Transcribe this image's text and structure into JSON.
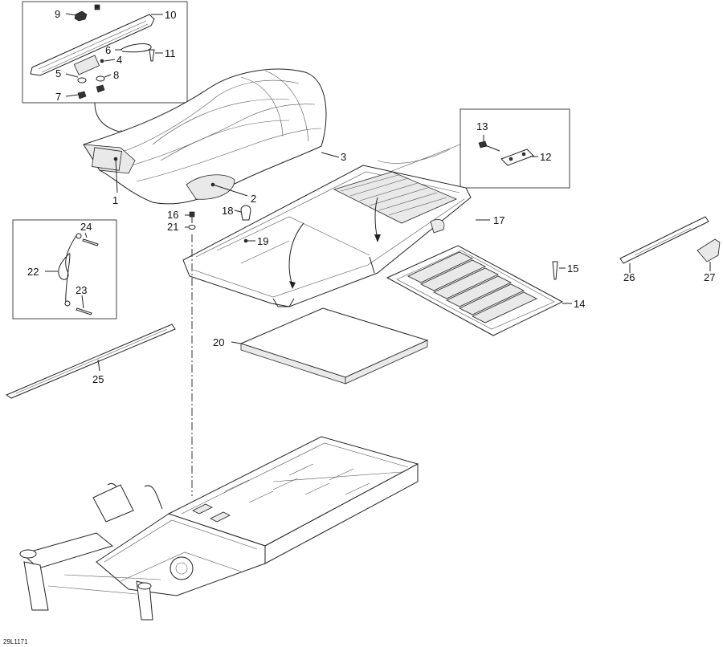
{
  "diagram": {
    "reference_code": "29L1171",
    "callouts": {
      "c1": "1",
      "c2": "2",
      "c3": "3",
      "c4": "4",
      "c5": "5",
      "c6": "6",
      "c7": "7",
      "c8": "8",
      "c9": "9",
      "c10": "10",
      "c11": "11",
      "c12": "12",
      "c13": "13",
      "c14": "14",
      "c15": "15",
      "c16": "16",
      "c17": "17",
      "c18": "18",
      "c19": "19",
      "c20": "20",
      "c21": "21",
      "c22": "22",
      "c23": "23",
      "c24": "24",
      "c25": "25",
      "c26": "26",
      "c27": "27"
    }
  }
}
